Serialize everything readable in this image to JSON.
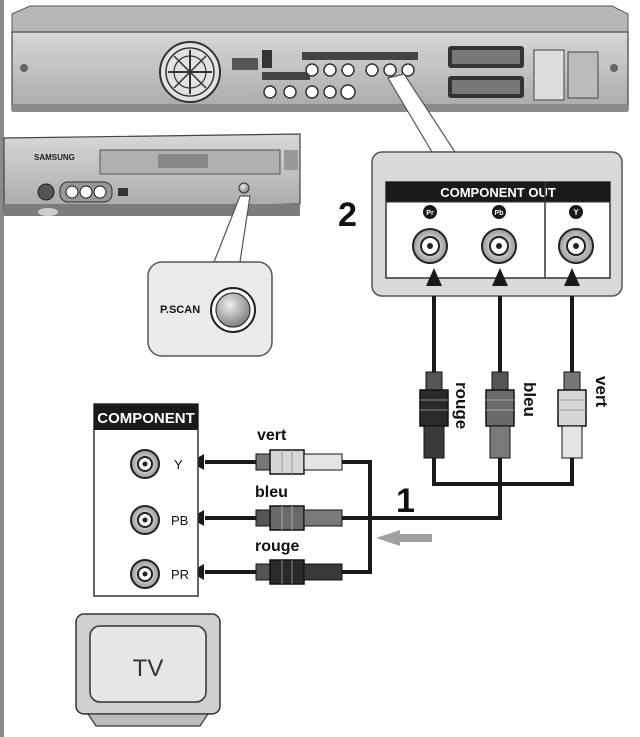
{
  "labels": {
    "brand": "SAMSUNG",
    "pscan": "P.SCAN",
    "component_out": "COMPONENT OUT",
    "jack_pr": "Pr",
    "jack_pb": "Pb",
    "jack_y": "Y",
    "step_2": "2",
    "step_1": "1",
    "cable_rouge": "rouge",
    "cable_bleu": "bleu",
    "cable_vert": "vert",
    "component_in": "COMPONENT",
    "tv_y": "Y",
    "tv_pb": "PB",
    "tv_pr": "PR",
    "tv": "TV",
    "left_vert": "vert",
    "left_bleu": "bleu",
    "left_rouge": "rouge"
  },
  "colors": {
    "background": "#ffffff",
    "panel_gray": "#c9c9c9",
    "dark": "#1a1a1a",
    "callout_fill": "#e9e9e9",
    "arrow_gray": "#a0a0a0"
  }
}
